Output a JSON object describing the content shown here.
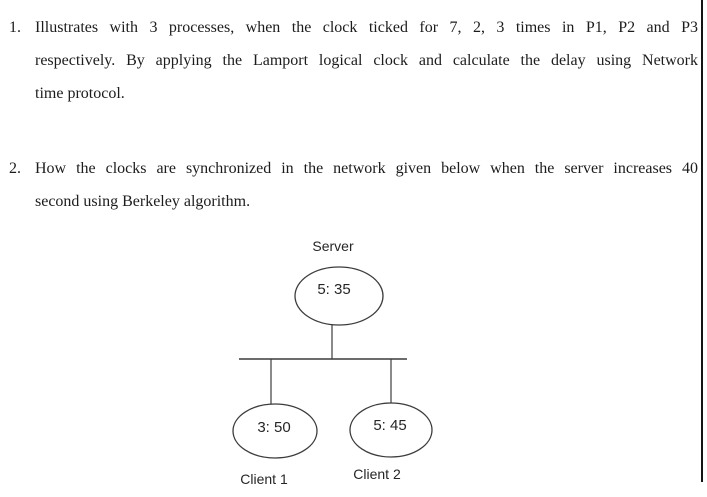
{
  "questions": [
    {
      "number": "1.",
      "lines": [
        "Illustrates with 3 processes, when the clock ticked for 7, 2, 3 times in P1, P2 and P3",
        "respectively. By applying the Lamport logical clock and calculate the delay using Network",
        "time protocol."
      ]
    },
    {
      "number": "2.",
      "lines": [
        "How the clocks are synchronized in the network given below when the server increases 40",
        "second using Berkeley algorithm."
      ]
    }
  ],
  "diagram": {
    "server": {
      "label": "Server",
      "time": "5: 35"
    },
    "clients": [
      {
        "label": "Client 1",
        "time": "3: 50"
      },
      {
        "label": "Client 2",
        "time": "5: 45"
      }
    ]
  },
  "colors": {
    "ink": "#1c1c1c",
    "diagram_stroke": "#3c3c3c"
  }
}
